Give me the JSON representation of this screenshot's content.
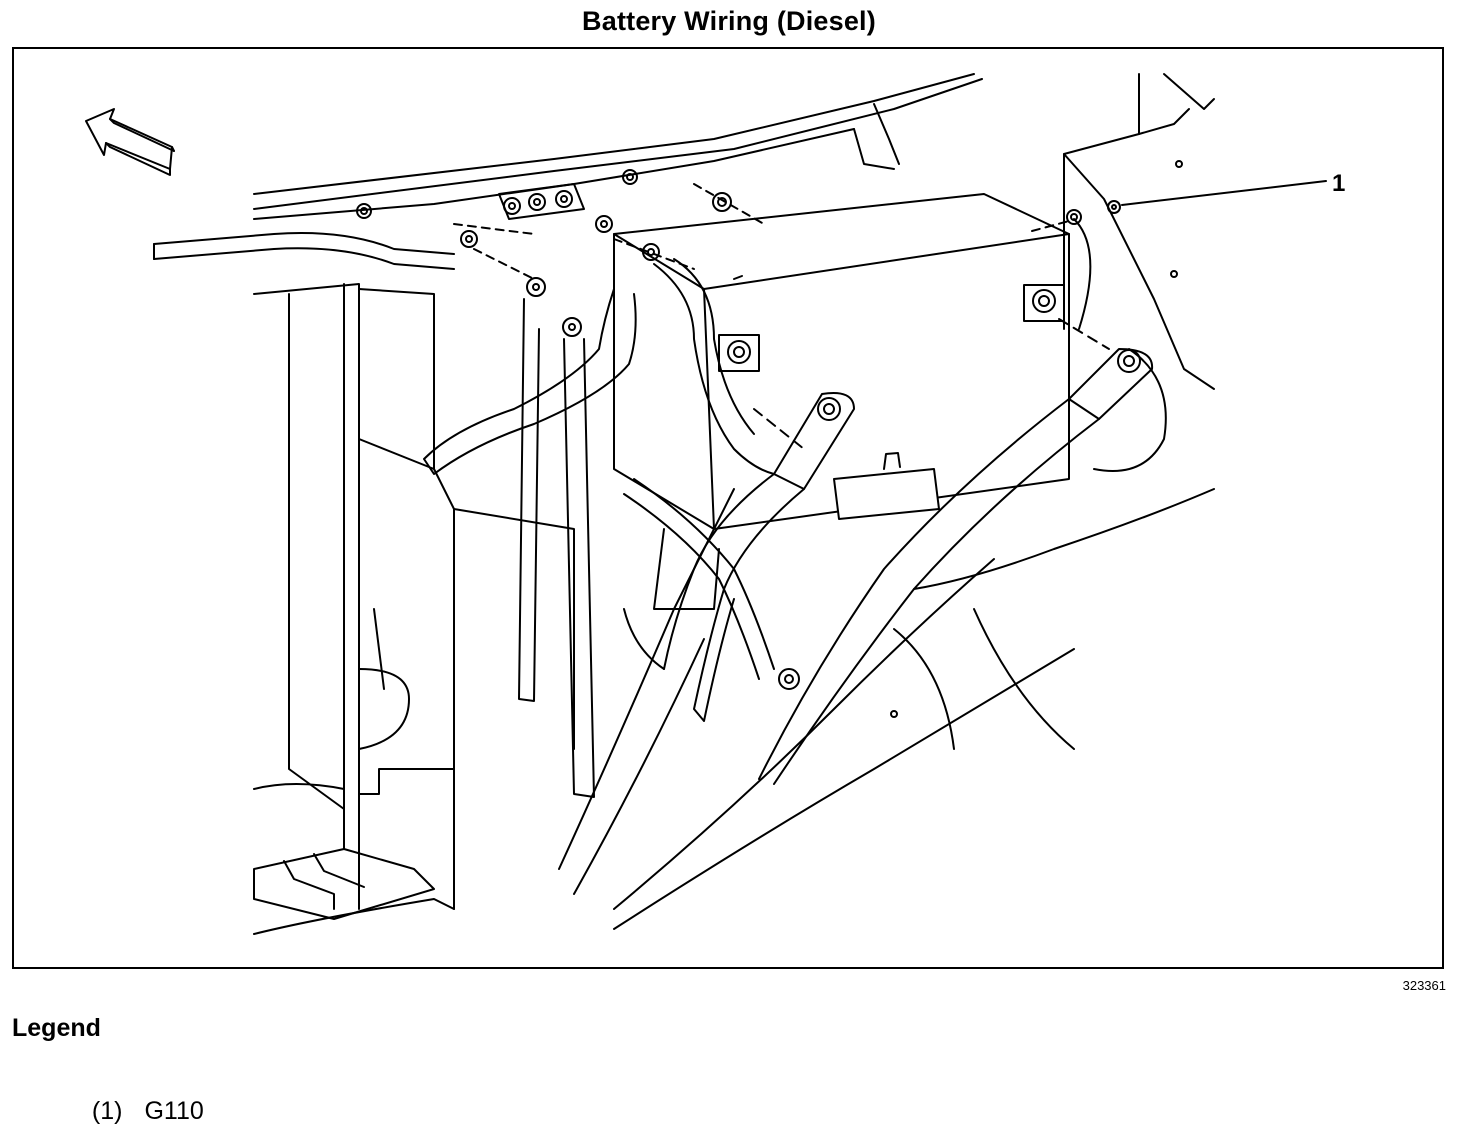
{
  "title": "Battery Wiring (Diesel)",
  "diagram": {
    "callout_label": "1",
    "figure_number": "323361",
    "icons": [
      "front-direction-arrow-icon",
      "ground-bolt-icon"
    ]
  },
  "legend": {
    "heading": "Legend",
    "items": [
      {
        "number": "(1)",
        "label": "G110"
      }
    ]
  }
}
